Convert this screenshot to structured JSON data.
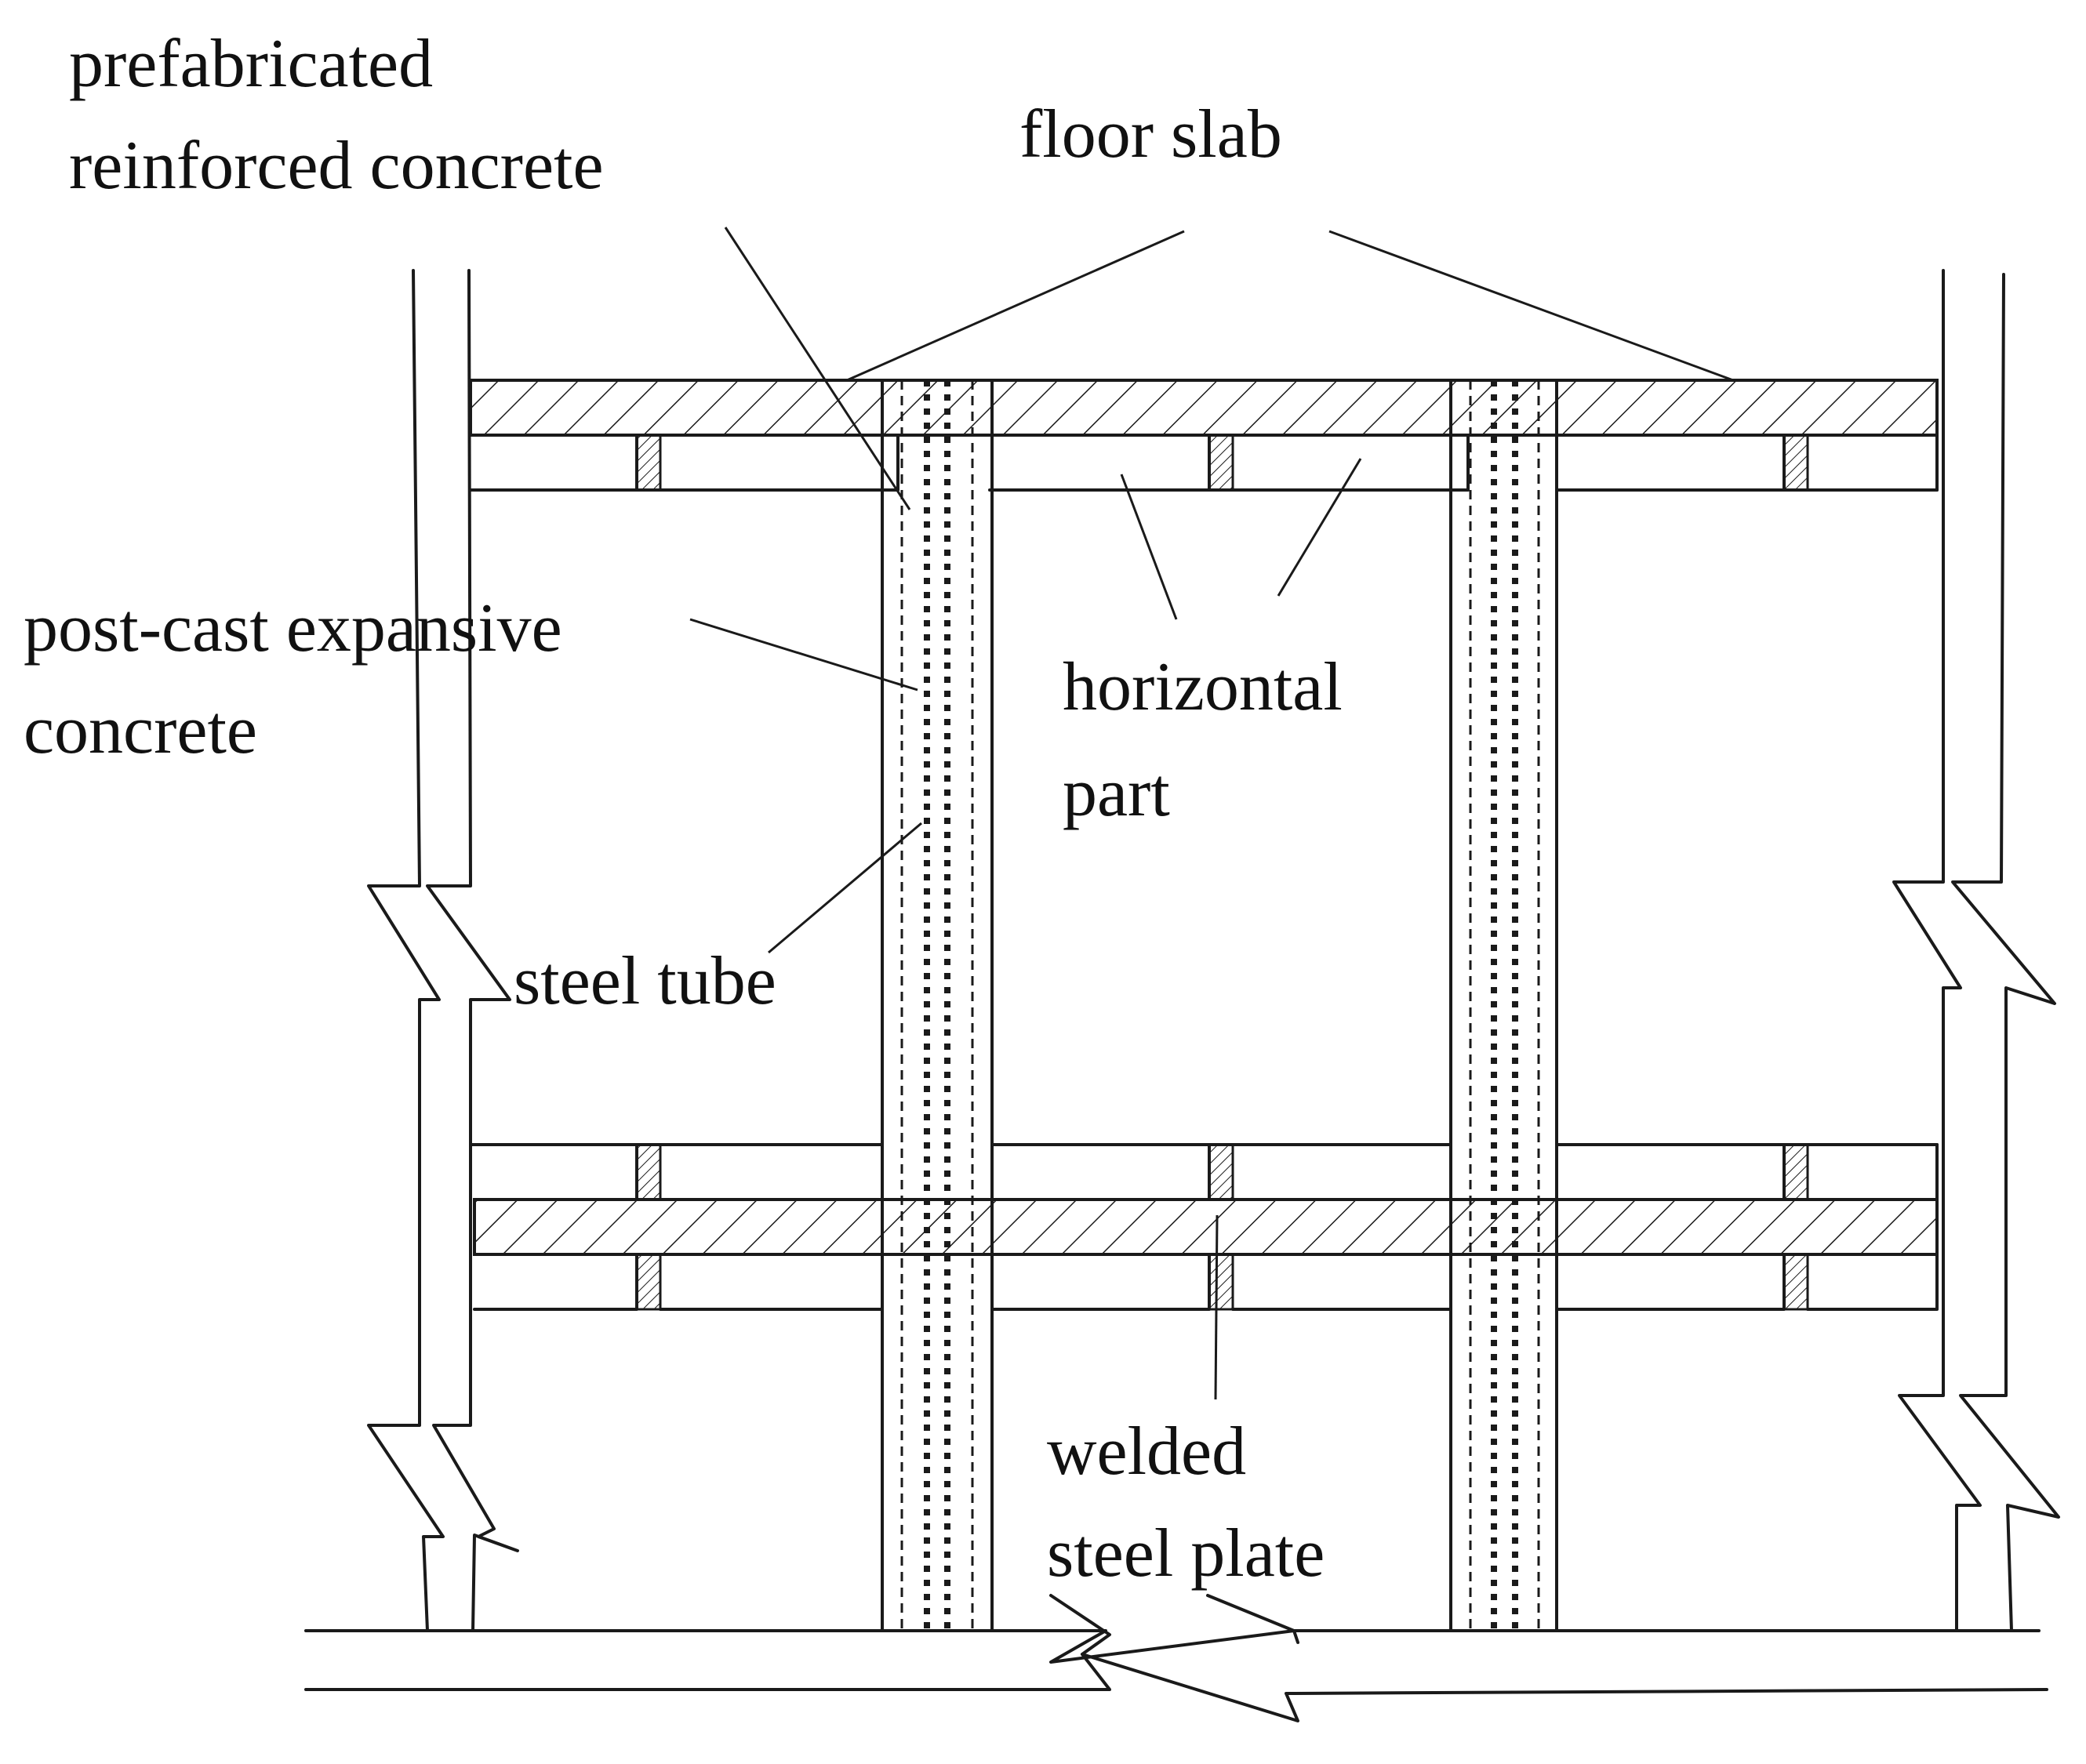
{
  "labels": {
    "prefab_line1": "prefabricated",
    "prefab_line2": "reinforced concrete",
    "floor_slab": "floor slab",
    "postcast_line1": "post-cast expansive",
    "postcast_line2": "concrete",
    "horizontal_line1": "horizontal",
    "horizontal_line2": "part",
    "steel_tube": "steel tube",
    "welded_line1": "welded",
    "welded_line2": "steel plate"
  },
  "colors": {
    "stroke": "#1a1a1a",
    "background": "#ffffff"
  }
}
